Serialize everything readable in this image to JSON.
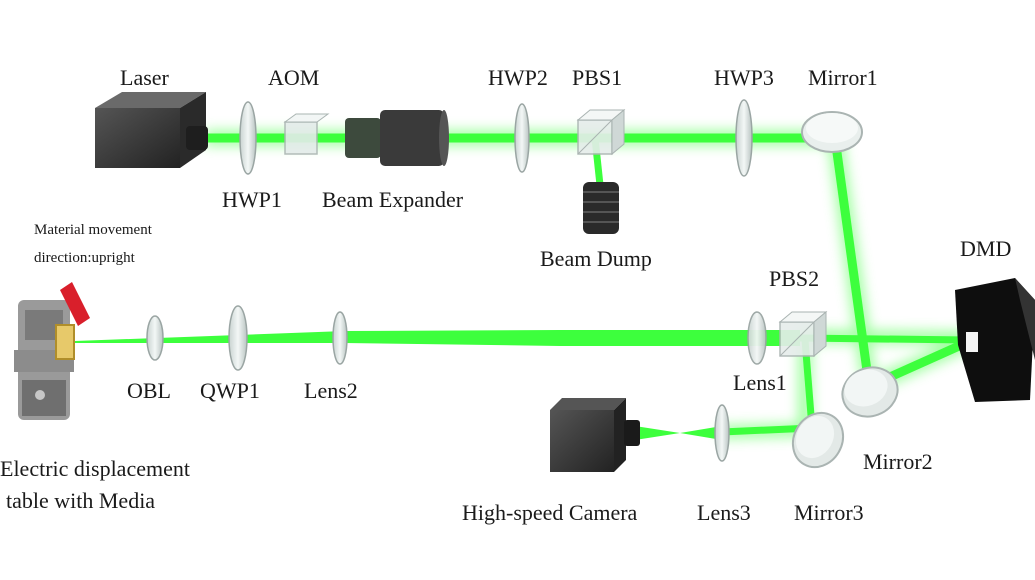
{
  "colors": {
    "beam": "#3dff3d",
    "beam_glow": "#8dff8d",
    "device_dark": "#2f2f2f",
    "optic_glass": "#dfe8e6",
    "marker_red": "#d91f2b"
  },
  "labels": {
    "laser": "Laser",
    "aom": "AOM",
    "hwp1": "HWP1",
    "beam_expander": "Beam Expander",
    "hwp2": "HWP2",
    "pbs1": "PBS1",
    "hwp3": "HWP3",
    "mirror1": "Mirror1",
    "beam_dump": "Beam Dump",
    "material_line1": "Material movement",
    "material_line2": "direction:upright",
    "pbs2": "PBS2",
    "dmd": "DMD",
    "obl": "OBL",
    "qwp1": "QWP1",
    "lens2": "Lens2",
    "lens1": "Lens1",
    "mirror2": "Mirror2",
    "stage_line1": "Electric displacement",
    "stage_line2": "table with Media",
    "camera": "High-speed Camera",
    "lens3": "Lens3",
    "mirror3": "Mirror3"
  }
}
